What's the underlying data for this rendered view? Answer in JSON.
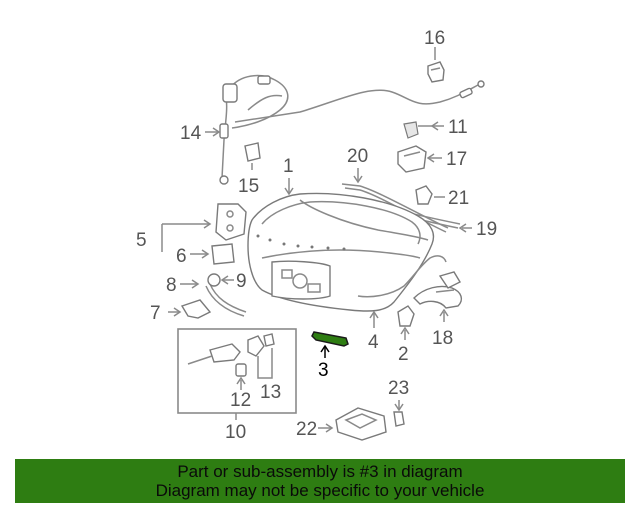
{
  "highlight": {
    "part": "3",
    "color": "#2e7d12"
  },
  "callouts": {
    "c1": "1",
    "c2": "2",
    "c3": "3",
    "c4": "4",
    "c5": "5",
    "c6": "6",
    "c7": "7",
    "c8": "8",
    "c9": "9",
    "c10": "10",
    "c11": "11",
    "c12": "12",
    "c13": "13",
    "c14": "14",
    "c15": "15",
    "c16": "16",
    "c17": "17",
    "c18": "18",
    "c19": "19",
    "c20": "20",
    "c21": "21",
    "c22": "22",
    "c23": "23"
  },
  "footer": {
    "line1": "Part or sub-assembly is #3 in diagram",
    "line2": "Diagram may not be specific to your vehicle",
    "background": "#2e7d12"
  }
}
